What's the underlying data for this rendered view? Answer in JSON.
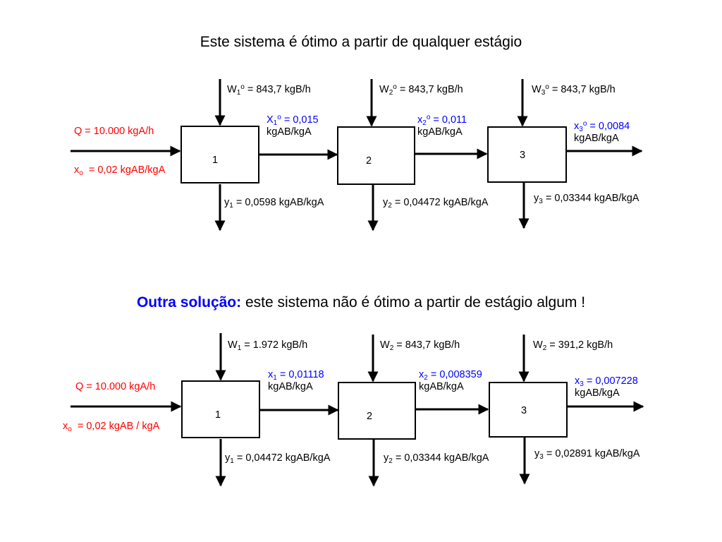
{
  "title_top": "Este sistema é ótimo a partir de qualquer estágio",
  "title_bottom": {
    "highlight": "Outra solução:",
    "rest": " este sistema não é ótimo a partir de estágio algum !",
    "highlight_color": "#0000ff"
  },
  "unit_y": "kgAB/kgA",
  "sup_o": "o",
  "colors": {
    "feed": "#ff0000",
    "stream": "#0000ff",
    "line": "#000000"
  },
  "diagram_top": {
    "Q": "Q = 10.000 kgA/h",
    "xo": {
      "sym": "x",
      "sub": "o",
      "val": "  = 0,02 kgAB/kgA"
    },
    "stages": [
      {
        "num": "1",
        "W": {
          "sym": "W",
          "sub": "1",
          "sup": "o",
          "val": " = 843,7 kgB/h"
        },
        "x": {
          "sym": "X",
          "sub": "1",
          "sup": "o",
          "val": " = 0,015",
          "unit": "kgAB/kgA"
        },
        "y": {
          "sym": "y",
          "sub": "1",
          "val": " = 0,0598 kgAB/kgA"
        }
      },
      {
        "num": "2",
        "W": {
          "sym": "W",
          "sub": "2",
          "sup": "o",
          "val": " = 843,7 kgB/h"
        },
        "x": {
          "sym": "x",
          "sub": "2",
          "sup": "o",
          "val": " = 0,011",
          "unit": "kgAB/kgA"
        },
        "y": {
          "sym": "y",
          "sub": "2",
          "val": " = 0,04472 kgAB/kgA"
        }
      },
      {
        "num": "3",
        "W": {
          "sym": "W",
          "sub": "3",
          "sup": "o",
          "val": " = 843,7 kgB/h"
        },
        "x": {
          "sym": "x",
          "sub": "3",
          "sup": "o",
          "val": " = 0,0084",
          "unit": "kgAB/kgA"
        },
        "y": {
          "sym": "y",
          "sub": "3",
          "val": " = 0,03344 kgAB/kgA"
        }
      }
    ]
  },
  "diagram_bottom": {
    "Q": "Q = 10.000 kgA/h",
    "xo": {
      "sym": "x",
      "sub": "o",
      "val": "  = 0,02 kgAB / kgA"
    },
    "stages": [
      {
        "num": "1",
        "W": {
          "sym": "W",
          "sub": "1",
          "val": " = 1.972 kgB/h"
        },
        "x": {
          "sym": "x",
          "sub": "1",
          "val": " = 0,01118",
          "unit": "kgAB/kgA"
        },
        "y": {
          "sym": "y",
          "sub": "1",
          "val": " = 0,04472 kgAB/kgA"
        }
      },
      {
        "num": "2",
        "W": {
          "sym": "W",
          "sub": "2",
          "val": " = 843,7 kgB/h"
        },
        "x": {
          "sym": "x",
          "sub": "2",
          "val": " = 0,008359",
          "unit": "kgAB/kgA"
        },
        "y": {
          "sym": "y",
          "sub": "2",
          "val": " = 0,03344 kgAB/kgA"
        }
      },
      {
        "num": "3",
        "W": {
          "sym": "W",
          "sub": "2",
          "val": " = 391,2 kgB/h"
        },
        "x": {
          "sym": "x",
          "sub": "3",
          "val": " = 0,007228",
          "unit": "kgAB/kgA"
        },
        "y": {
          "sym": "y",
          "sub": "3",
          "val": " = 0,02891 kgAB/kgA"
        }
      }
    ]
  }
}
